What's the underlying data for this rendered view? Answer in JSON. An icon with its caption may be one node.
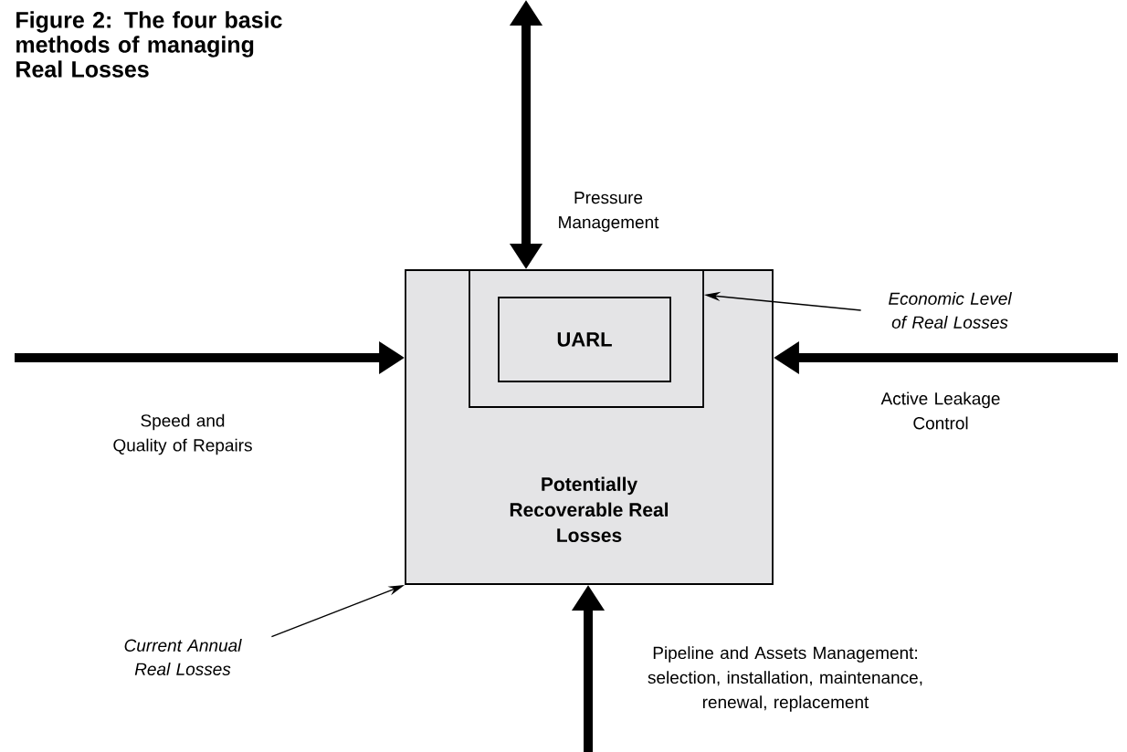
{
  "diagram": {
    "title": "Figure 2: The four basic methods of managing Real Losses",
    "nodes": [
      {
        "text": [
          "Potentially Recoverable Real Losses"
        ]
      },
      {
        "text": [],
        "shape": "box",
        "in": 0
      },
      {
        "text": [
          "UARL"
        ],
        "in": 1
      },
      {
        "text": [
          "Economic Level of Real Losses"
        ]
      },
      {
        "text": [
          "Current Annual Real Losses"
        ]
      }
    ],
    "edges": [
      {
        "from": null,
        "to": 0,
        "arrow": "both",
        "label": "Pressure Management"
      },
      {
        "from": null,
        "to": 0,
        "arrow": "to",
        "label": "Speed and Quality of Repairs"
      },
      {
        "from": null,
        "to": 0,
        "arrow": "to",
        "label": "Active Leakage Control"
      },
      {
        "from": null,
        "to": 0,
        "arrow": "to",
        "label": "Pipeline and Assets Management: selection, installation, maintenance, renewal, replacement"
      },
      {
        "from": 3,
        "to": 1,
        "arrow": "to"
      },
      {
        "from": 4,
        "to": 0,
        "arrow": "to"
      }
    ]
  }
}
